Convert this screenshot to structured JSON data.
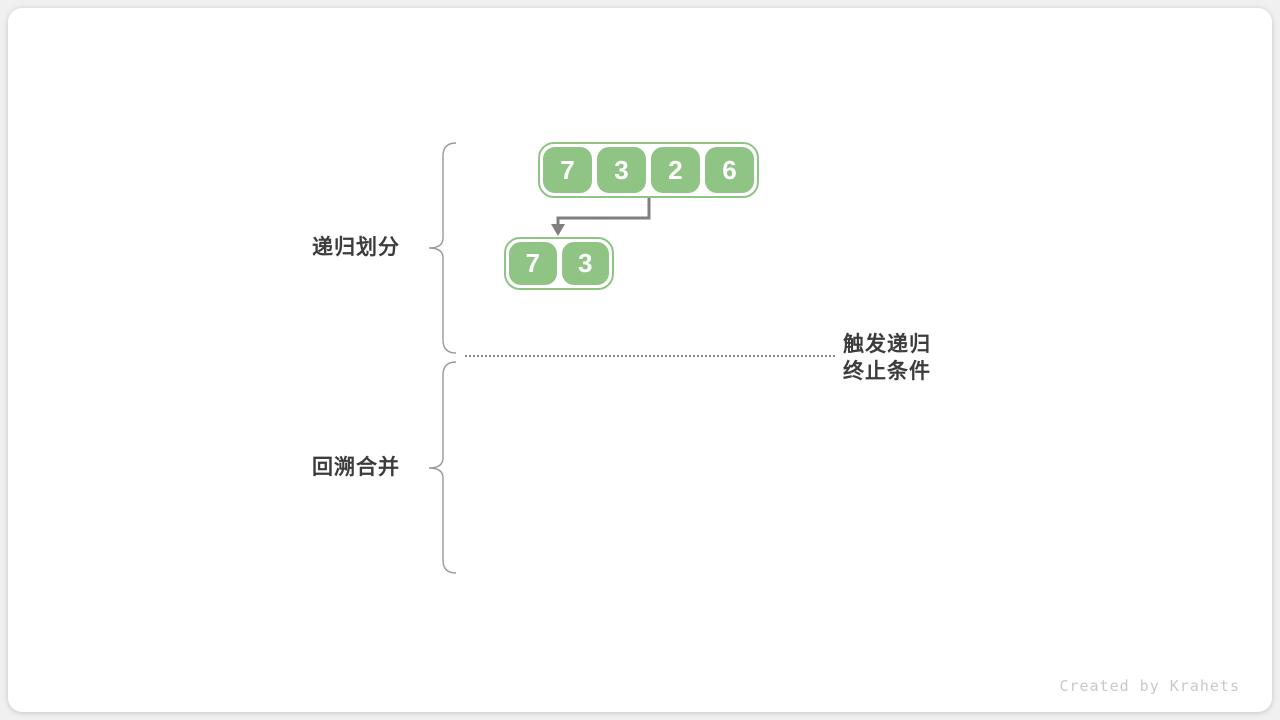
{
  "labels": {
    "phase_divide": "递归划分",
    "phase_merge": "回溯合并",
    "termination_line1": "触发递归",
    "termination_line2": "终止条件"
  },
  "arrays": {
    "level1": [
      "7",
      "3",
      "2",
      "6"
    ],
    "level2": [
      "7",
      "3"
    ]
  },
  "icons": {
    "down_arrow": "arrow from parent array to left sub-array",
    "brace_divide": "curly brace spanning divide phase",
    "brace_merge": "curly brace spanning merge phase"
  },
  "watermark": "Created by Krahets",
  "colors": {
    "cell_green": "#8FC485",
    "arrow_gray": "#7F7F7F",
    "brace_gray": "#9A9A9A",
    "dotted_gray": "#8C8C8C",
    "label_dark": "#3C3C3C",
    "watermark_gray": "#C9C9C9",
    "card_bg": "#FFFFFF",
    "page_bg": "#F0F0F0"
  }
}
